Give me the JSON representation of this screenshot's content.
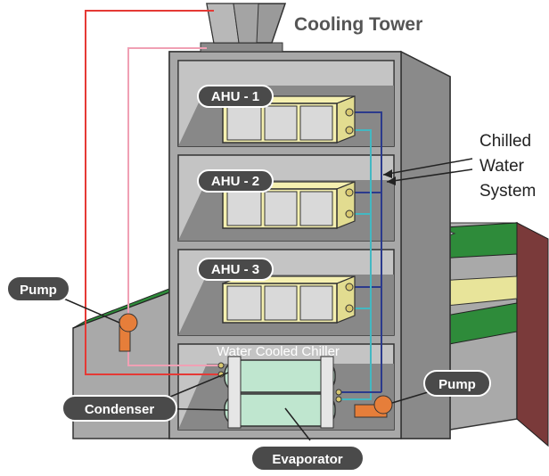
{
  "labels": {
    "cooling_tower": "Cooling Tower",
    "chilled_water_system": [
      "Chilled",
      "Water",
      "System"
    ],
    "water_cooled_chiller": "Water Cooled Chiller",
    "ahu_1": "AHU - 1",
    "ahu_2": "AHU - 2",
    "ahu_3": "AHU - 3",
    "pump_left": "Pump",
    "pump_right": "Pump",
    "condenser": "Condenser",
    "evaporator": "Evaporator"
  },
  "colors": {
    "condenser_supply": "#e53935",
    "condenser_return": "#f0a0b4",
    "chilled_supply": "#43b8c2",
    "chilled_return": "#2b3a8c",
    "pump": "#e67e3a",
    "ground": "#2e8b3a",
    "building": "#9e9e9e",
    "ahu": "#f5f0b0",
    "chiller": "#bfe6cf"
  }
}
